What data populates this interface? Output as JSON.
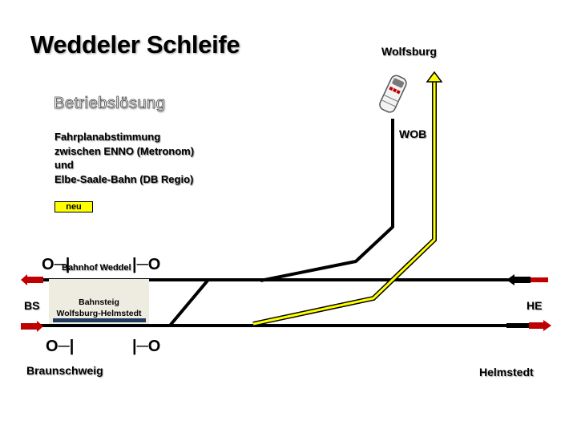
{
  "title": "Weddeler Schleife",
  "subtitle": "Betriebslösung",
  "description": {
    "line1": "Fahrplanabstimmung",
    "line2": "zwischen ENNO  (Metronom)",
    "line3": "und",
    "line4": "Elbe-Saale-Bahn (DB Regio)"
  },
  "badge": "neu",
  "labels": {
    "wolfsburg": "Wolfsburg",
    "wob": "WOB",
    "bs": "BS",
    "he": "HE",
    "braunschweig": "Braunschweig",
    "helmstedt": "Helmstedt",
    "station": "Bahnhof Weddel",
    "platform_line1": "Bahnsteig",
    "platform_line2": "Wolfsburg-Helmstedt"
  },
  "signals": {
    "top_left": "O─|",
    "top_right": "|─O",
    "bottom_left": "O─|",
    "bottom_right": "|─O"
  },
  "colors": {
    "track": "#000000",
    "new_track": "#ffff00",
    "arrow": "#c00000",
    "platform": "#eeece1",
    "platform_edge": "#1f3a5f"
  }
}
